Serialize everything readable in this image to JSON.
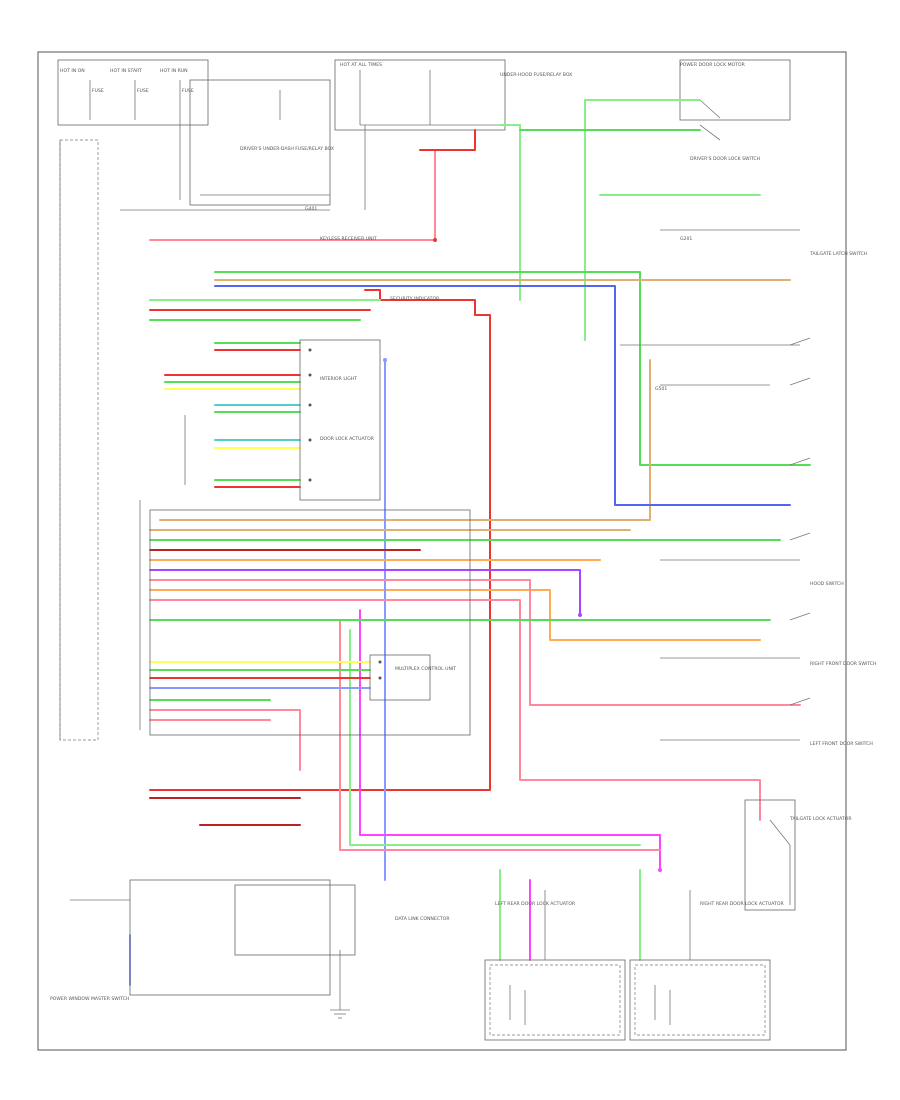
{
  "colors": {
    "background": "#ffffff",
    "frame": "#555555",
    "ground_wire": "#777777",
    "green": "#55dd55",
    "light_green": "#88ee88",
    "red": "#ee3333",
    "pink": "#ff8899",
    "blue": "#5566ee",
    "light_blue": "#8899ff",
    "violet": "#aa44ff",
    "magenta": "#ff44ff",
    "tan": "#e0b070",
    "orange": "#ffaa55",
    "yellow": "#ffff55",
    "cyan": "#55cccc",
    "dark_red": "#bb2222"
  },
  "icons": [
    "switch-icon",
    "connector-icon",
    "ground-icon",
    "splice-icon"
  ],
  "top_labels": [
    "HOT IN ON",
    "HOT AT ALL TIMES",
    "HOT IN START",
    "HOT IN RUN",
    "FUSE",
    "FUSE",
    "FUSE",
    "UNDER-HOOD FUSE/RELAY BOX",
    "DRIVER'S UNDER-DASH FUSE/RELAY BOX",
    "POWER DOOR LOCK MOTOR"
  ],
  "component_labels": [
    "DRIVER'S DOOR LOCK SWITCH",
    "TAILGATE LATCH SWITCH",
    "KEYLESS RECEIVER UNIT",
    "INTERIOR LIGHT",
    "DOOR LOCK ACTUATOR",
    "SECURITY INDICATOR",
    "HOOD SWITCH",
    "LEFT REAR DOOR LOCK ACTUATOR",
    "RIGHT REAR DOOR LOCK ACTUATOR",
    "MULTIPLEX CONTROL UNIT",
    "TAILGATE LOCK ACTUATOR",
    "DATA LINK CONNECTOR",
    "POWER WINDOW MASTER SWITCH",
    "LEFT FRONT DOOR SWITCH",
    "RIGHT FRONT DOOR SWITCH",
    "G201",
    "G401",
    "G501"
  ]
}
